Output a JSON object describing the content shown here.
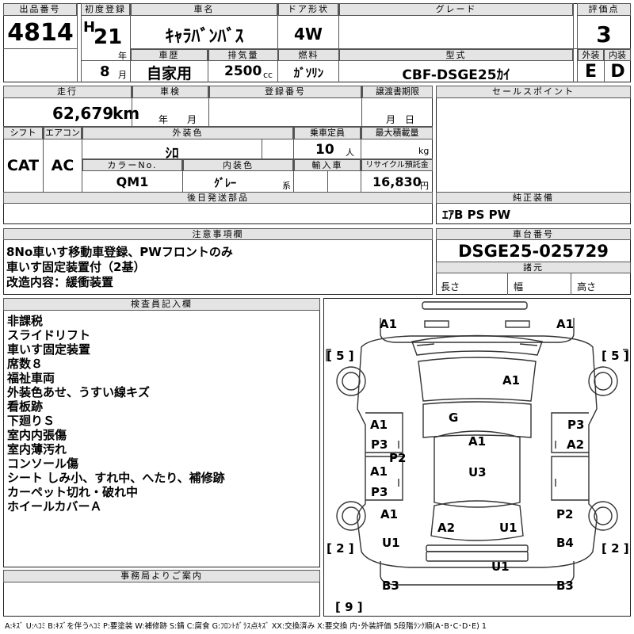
{
  "labels": {
    "lot": "出品番号",
    "first_reg": "初度登録",
    "car_name": "車名",
    "door": "ドア形状",
    "grade": "グレード",
    "score": "評価点",
    "history": "車歴",
    "displacement": "排気量",
    "fuel": "燃料",
    "model": "型式",
    "exterior": "外装",
    "interior": "内装",
    "mileage": "走行",
    "inspection": "車検",
    "reg_number": "登録番号",
    "transfer_deadline": "譲渡書期限",
    "sales_point": "セールスポイント",
    "shift": "シフト",
    "aircon": "エアコン",
    "exterior_color": "外装色",
    "capacity": "乗車定員",
    "max_load": "最大積載量",
    "color_no": "カラーNo.",
    "interior_color": "内装色",
    "import": "輸入車",
    "recycle": "リサイクル預託金",
    "later_parts": "後日発送部品",
    "genuine_equipment": "純正装備",
    "notes": "注意事項欄",
    "chassis": "車台番号",
    "specs": "諸元",
    "length": "長さ",
    "width": "幅",
    "height": "高さ",
    "inspector": "検査員記入欄",
    "office": "事務局よりご案内"
  },
  "units": {
    "era": "H",
    "year": "年",
    "month": "月",
    "cc": "cc",
    "km": "km",
    "insp_year_month": "年　　月",
    "transfer_month_day": "月　日",
    "person": "人",
    "kg": "kg",
    "kei": "系",
    "yen": "円"
  },
  "values": {
    "lot": "4814",
    "era_year": "21",
    "month": "8",
    "car_name": "ｷｬﾗﾊﾞﾝﾊﾞｽ",
    "door": "4W",
    "score": "3",
    "history": "自家用",
    "displacement": "2500",
    "fuel": "ｶﾞｿﾘﾝ",
    "model": "CBF-DSGE25ｶｲ",
    "exterior_grade": "E",
    "interior_grade": "D",
    "mileage": "62,679",
    "shift": "CAT",
    "aircon": "AC",
    "exterior_color": "ｼﾛ",
    "capacity": "10",
    "color_no": "QM1",
    "interior_color": "ｸﾞﾚｰ",
    "recycle": "16,830",
    "genuine_equipment": "ｴｱB PS PW",
    "chassis": "DSGE25-025729"
  },
  "notes": [
    "8No車いす移動車登録、PWフロントのみ",
    "車いす固定装置付（2基）",
    "改造内容：緩衝装置"
  ],
  "inspector_comments": [
    "非課税",
    "スライドリフト",
    "車いす固定装置",
    "席数８",
    "福祉車両",
    "外装色あせ、うすい線キズ",
    "看板跡",
    "下廻りＳ",
    "室内内張傷",
    "室内薄汚れ",
    "コンソール傷",
    "シート しみ小、すれ中、へたり、補修跡",
    "カーペット切れ・破れ中",
    "ホイールカバーＡ"
  ],
  "damage": {
    "top_left": "A1",
    "top_right": "A1",
    "hood": "A1",
    "glass": "G",
    "roof": "A1",
    "left_front_door": "A1",
    "left_front_door_lower": "P3",
    "left_step": "P2",
    "left_slide_door": "A1",
    "left_slide_door_lower": "P3",
    "right_front_door": "P3",
    "right_front_door_lower": "A2",
    "rear_floor": "U3",
    "left_rear_fender": "A1",
    "left_rear_lower": "U1",
    "rear_left": "A2",
    "rear_right": "U1",
    "right_rear_fender": "P2",
    "right_rear_lower": "B4",
    "rear_bumper": "U1",
    "bottom_left": "B3",
    "bottom_right": "B3"
  },
  "treads": {
    "front_left": "[ 5 ]",
    "front_right": "[ 5 ]",
    "rear_left": "[ 2 ]",
    "rear_right": "[ 2 ]",
    "spare": "[ 9 ]"
  },
  "legend": "A:ｷｽﾞ U:ﾍｺﾐ B:ｷｽﾞを伴うﾍｺﾐ P:要塗装 W:補修跡 S:錆 C:腐食 G:ﾌﾛﾝﾄｶﾞﾗｽ点ｷｽﾞ XX:交換済み X:要交換 内･外装評価 5段階ﾗﾝｸ順(A･B･C･D･E) 1"
}
